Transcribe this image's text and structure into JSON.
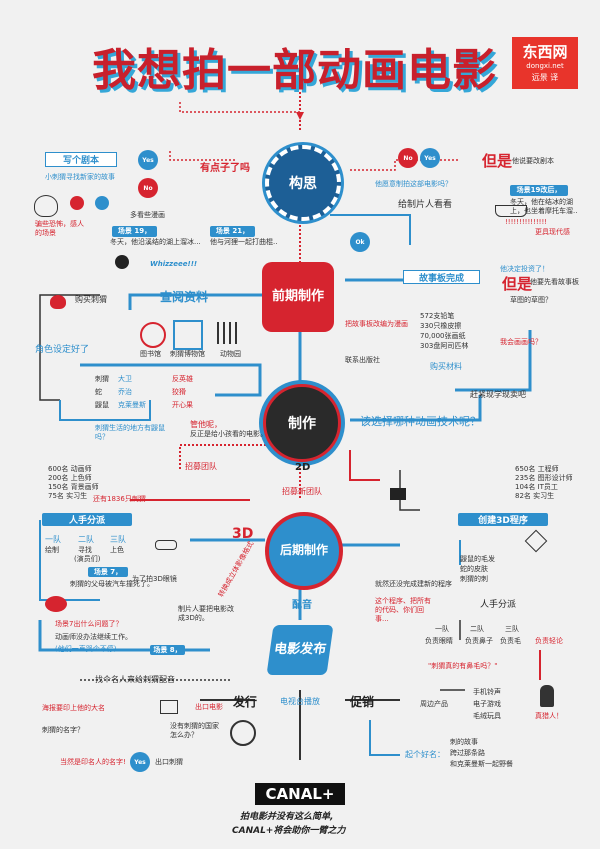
{
  "header": {
    "title": "我想拍一部动画电影",
    "brand_name": "东西网",
    "brand_url": "dongxi.net",
    "brand_credit": "远景 译"
  },
  "nodes": {
    "idea": "构思",
    "preproduction": "前期制作",
    "production": "制作",
    "postproduction": "后期制作",
    "release": "电影发布"
  },
  "script_section": {
    "write_script": "写个剧本",
    "find_story": "小刺猬寻找新家的故事",
    "yes": "Yes",
    "no": "No",
    "novel_idea": "有点子了吗",
    "comic": "多看些漫画",
    "exciting": "骗些恐怖，感人的场景",
    "scene19": "场景 19，",
    "scene19_desc": "冬天，他沿溪结的湖上溜冰...",
    "scene21": "场景 21，",
    "scene21_desc": "他与河狸一起打曲棍..",
    "whizz": "Whizzeee!!!"
  },
  "right_top": {
    "no_label": "No",
    "question": "他愿意制拍这部电影吗？",
    "yes_label": "Yes",
    "but": "但是",
    "but_desc": "他说要改剧本",
    "ok": "Ok",
    "give_producer": "给制片人看看",
    "scene19_changed": "场景19改后，",
    "scene19_changed_desc": "冬天，他在结冰的湖上，也坐着摩托车溜..",
    "sound": "!!!!!!!!!!!!!!!",
    "weird": "更具现代感"
  },
  "preproduction_section": {
    "look_info": "查阅资料",
    "buy_hedgehog": "购买刺猬",
    "library": "图书馆",
    "museum": "刺猬博物馆",
    "zoo": "动物园",
    "role_set": "角色设定好了",
    "storyboard_done": "故事板完成",
    "adapt": "把故事板改编为漫画",
    "contact_pub": "联系出版社",
    "stats": [
      "572支铅笔",
      "330只橡皮擦",
      "70,000张画纸",
      "303盘阿司匹林"
    ],
    "he_approve": "他决定投资了！",
    "but2": "但是",
    "but2_desc": "他要先看故事板",
    "sketch": "草图的草图？",
    "want_comic": "我会画画吗？",
    "buy_material": "购买材料",
    "hurry": "赶紧现学现卖吧"
  },
  "characters": {
    "rows": [
      [
        "刺猬",
        "大卫",
        "反英雄"
      ],
      [
        "蛇",
        "乔治",
        "狡猾"
      ],
      [
        "鼹鼠",
        "克莱曼斯",
        "开心果"
      ]
    ],
    "hedgehog_exists": "刺猬生活的地方有鼹鼠吗？",
    "maybe": "管他呢，",
    "maybe_desc": "反正是给小孩看的电影。"
  },
  "production_section": {
    "which_tech": "该选择哪种动画技术呢？",
    "recruit": "招募团队",
    "two_d": "2D",
    "left_team": [
      "600名 动画师",
      "200名 上色师",
      "150名 背景画师",
      "75名 实习生"
    ],
    "hedgehogs": "还有1836只刺猬",
    "recruit_new": "招募新团队",
    "right_team": [
      "650名 工程师",
      "235名 图形设计师",
      "104名 IT员工",
      "82名 实习生"
    ]
  },
  "post_left": {
    "division": "人手分派",
    "teams": [
      "一队",
      "二队",
      "三队"
    ],
    "jobs": [
      "绘制",
      "寻找",
      "上色"
    ],
    "jobs2": [
      "",
      "(演员们)",
      ""
    ],
    "scene7": "场景 7，",
    "scene7_desc": "刺猬的父母被汽车撞死了。",
    "scene7_problem": "场景7出什么问题了？",
    "animator_no": "动画师没办法继续工作。",
    "sad": "(他们一直哭个不停)",
    "scene8": "场景 8，",
    "three_d": "3D",
    "glasses": "为了拍3D眼镜",
    "producer_3d": "制片人要把电影改成3D的。",
    "transform": "转换成立体影像格式"
  },
  "post_right": {
    "create3d": "创建3D程序",
    "mods": [
      "鼹鼠的毛发",
      "蛇的皮肤",
      "刺猬的刺"
    ],
    "new_program": "就然还没完成建新的程序",
    "alt_program": "这个程序、把所有的代码、你们回事...",
    "division2": "人手分派",
    "teams2": [
      "一队",
      "二队",
      "三队"
    ],
    "tasks2": [
      "负责眼睛",
      "负责鼻子",
      "负责毛",
      "负责轻论"
    ],
    "real_hair": "\"刺猬真的有鼻毛吗？\"",
    "real_man": "真猎人！"
  },
  "release_section": {
    "dub": "配音",
    "famous": "找个名人来给刺猬配音",
    "film_release": "发行",
    "tv": "电视台播放",
    "promo": "促销",
    "export": "出口电影",
    "no_market": "没有刺猬的国家怎么办？",
    "ask_actor": "海报要印上他的大名",
    "hedgehog_name": "刺猬的名字？",
    "stamp_name": "当然是印名人的名字!",
    "yes": "Yes",
    "export2": "出口刺猬",
    "merch": "周边产品",
    "merch_items": [
      "手机铃声",
      "电子游戏",
      "毛绒玩具"
    ],
    "names_label": "起个好名：",
    "names": [
      "刺的故事",
      "跨过那条路",
      "和克莱曼斯一起野餐"
    ]
  },
  "footer": {
    "logo": "CANAL+",
    "line1": "拍电影并没有这么简单,",
    "line2": "CANAL+将会助你一臂之力"
  },
  "colors": {
    "red": "#d6242f",
    "blue": "#2e8fcc",
    "dark": "#222222",
    "bg": "#f1f1f1"
  }
}
